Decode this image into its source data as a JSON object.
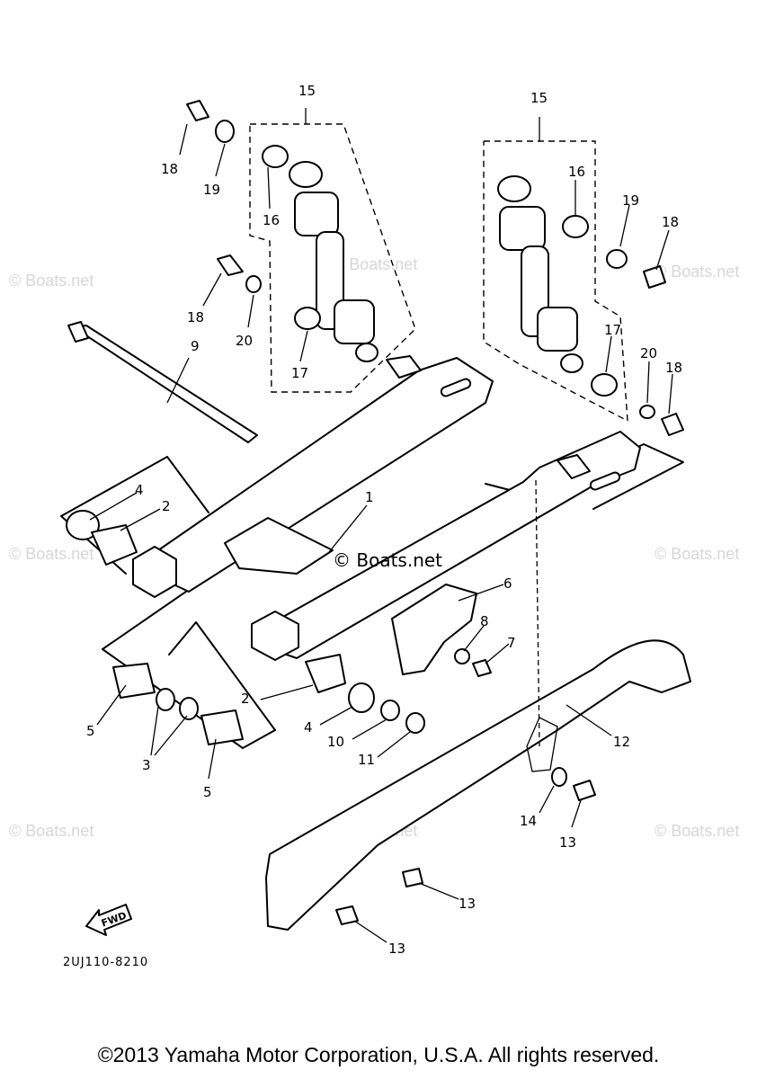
{
  "watermark": "© Boats.net",
  "center_watermark": "© Boats.net",
  "diagram_code": "2UJ110-8210",
  "fwd_label": "FWD",
  "copyright": "©2013 Yamaha Motor Corporation, U.S.A. All rights reserved.",
  "callouts": {
    "c1": "1",
    "c2a": "2",
    "c2b": "2",
    "c3": "3",
    "c4a": "4",
    "c4b": "4",
    "c5a": "5",
    "c5b": "5",
    "c6": "6",
    "c7": "7",
    "c8": "8",
    "c9": "9",
    "c10": "10",
    "c11": "11",
    "c12": "12",
    "c13a": "13",
    "c13b": "13",
    "c13c": "13",
    "c14": "14",
    "c15a": "15",
    "c15b": "15",
    "c16a": "16",
    "c16b": "16",
    "c17a": "17",
    "c17b": "17",
    "c18a": "18",
    "c18b": "18",
    "c18c": "18",
    "c18d": "18",
    "c19a": "19",
    "c19b": "19",
    "c20a": "20",
    "c20b": "20"
  }
}
